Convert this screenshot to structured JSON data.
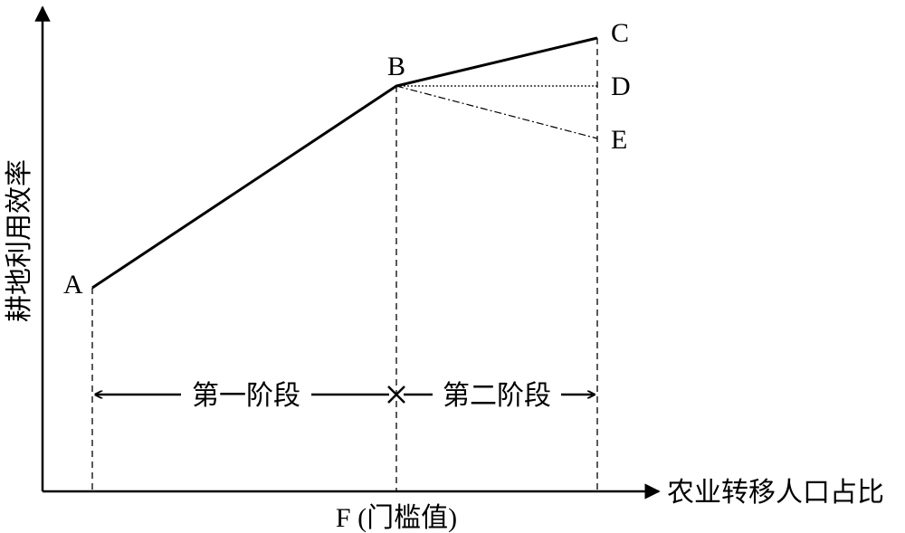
{
  "diagram": {
    "y_axis_label": "耕地利用效率",
    "x_axis_label": "农业转移人口占比",
    "threshold_label": "F (门槛值)",
    "points": {
      "A": "A",
      "B": "B",
      "C": "C",
      "D": "D",
      "E": "E"
    },
    "stages": {
      "first": "第一阶段",
      "second": "第二阶段"
    }
  }
}
